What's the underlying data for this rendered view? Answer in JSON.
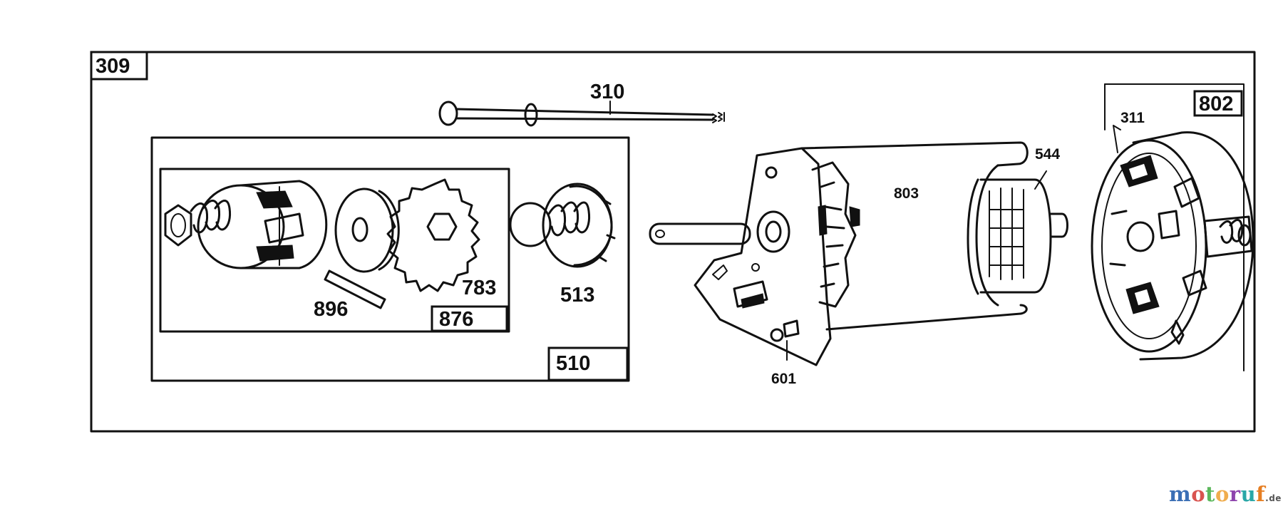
{
  "labels": {
    "outer_box": "309",
    "bolt": "310",
    "drive_box": "510",
    "pinion_box": "876",
    "pin": "896",
    "gear": "783",
    "screw_shaft": "513",
    "housing": "803",
    "armature": "544",
    "mount_bracket": "601",
    "end_cap_box": "802",
    "brush": "311"
  },
  "watermark": {
    "parts": [
      "m",
      "o",
      "t",
      "o",
      "r",
      "u",
      "f"
    ],
    "tld": ".de"
  }
}
